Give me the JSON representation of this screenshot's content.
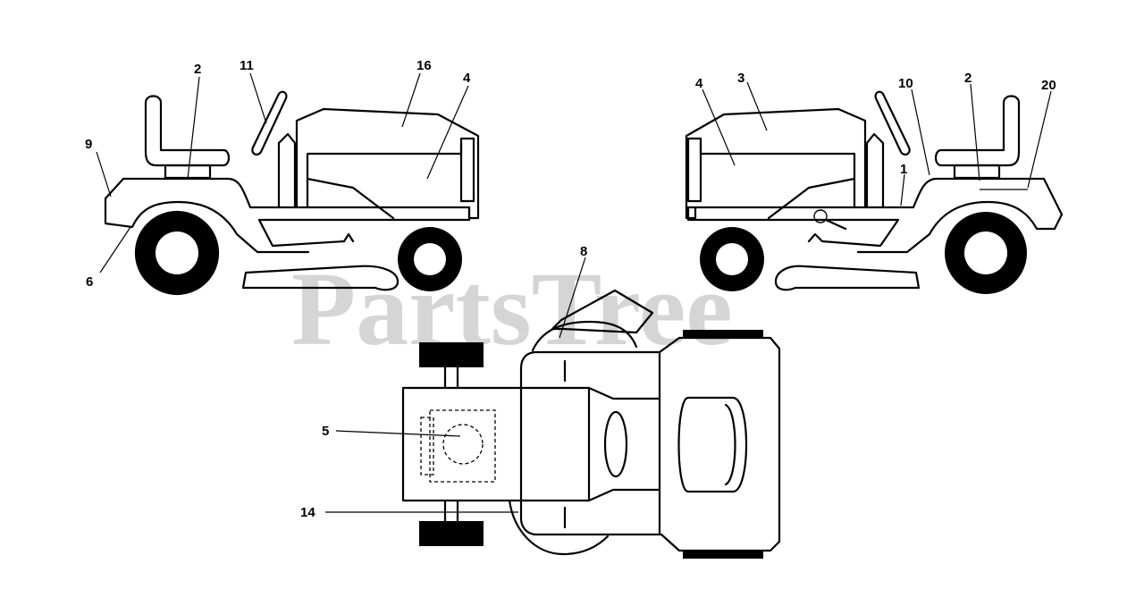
{
  "watermark": "PartsTree",
  "callouts": {
    "left_2": "2",
    "left_11": "11",
    "left_16": "16",
    "left_4": "4",
    "left_9": "9",
    "left_6": "6",
    "right_4": "4",
    "right_3": "3",
    "right_10": "10",
    "right_2": "2",
    "right_20": "20",
    "right_1": "1",
    "top_8": "8",
    "top_5": "5",
    "top_14": "14"
  }
}
